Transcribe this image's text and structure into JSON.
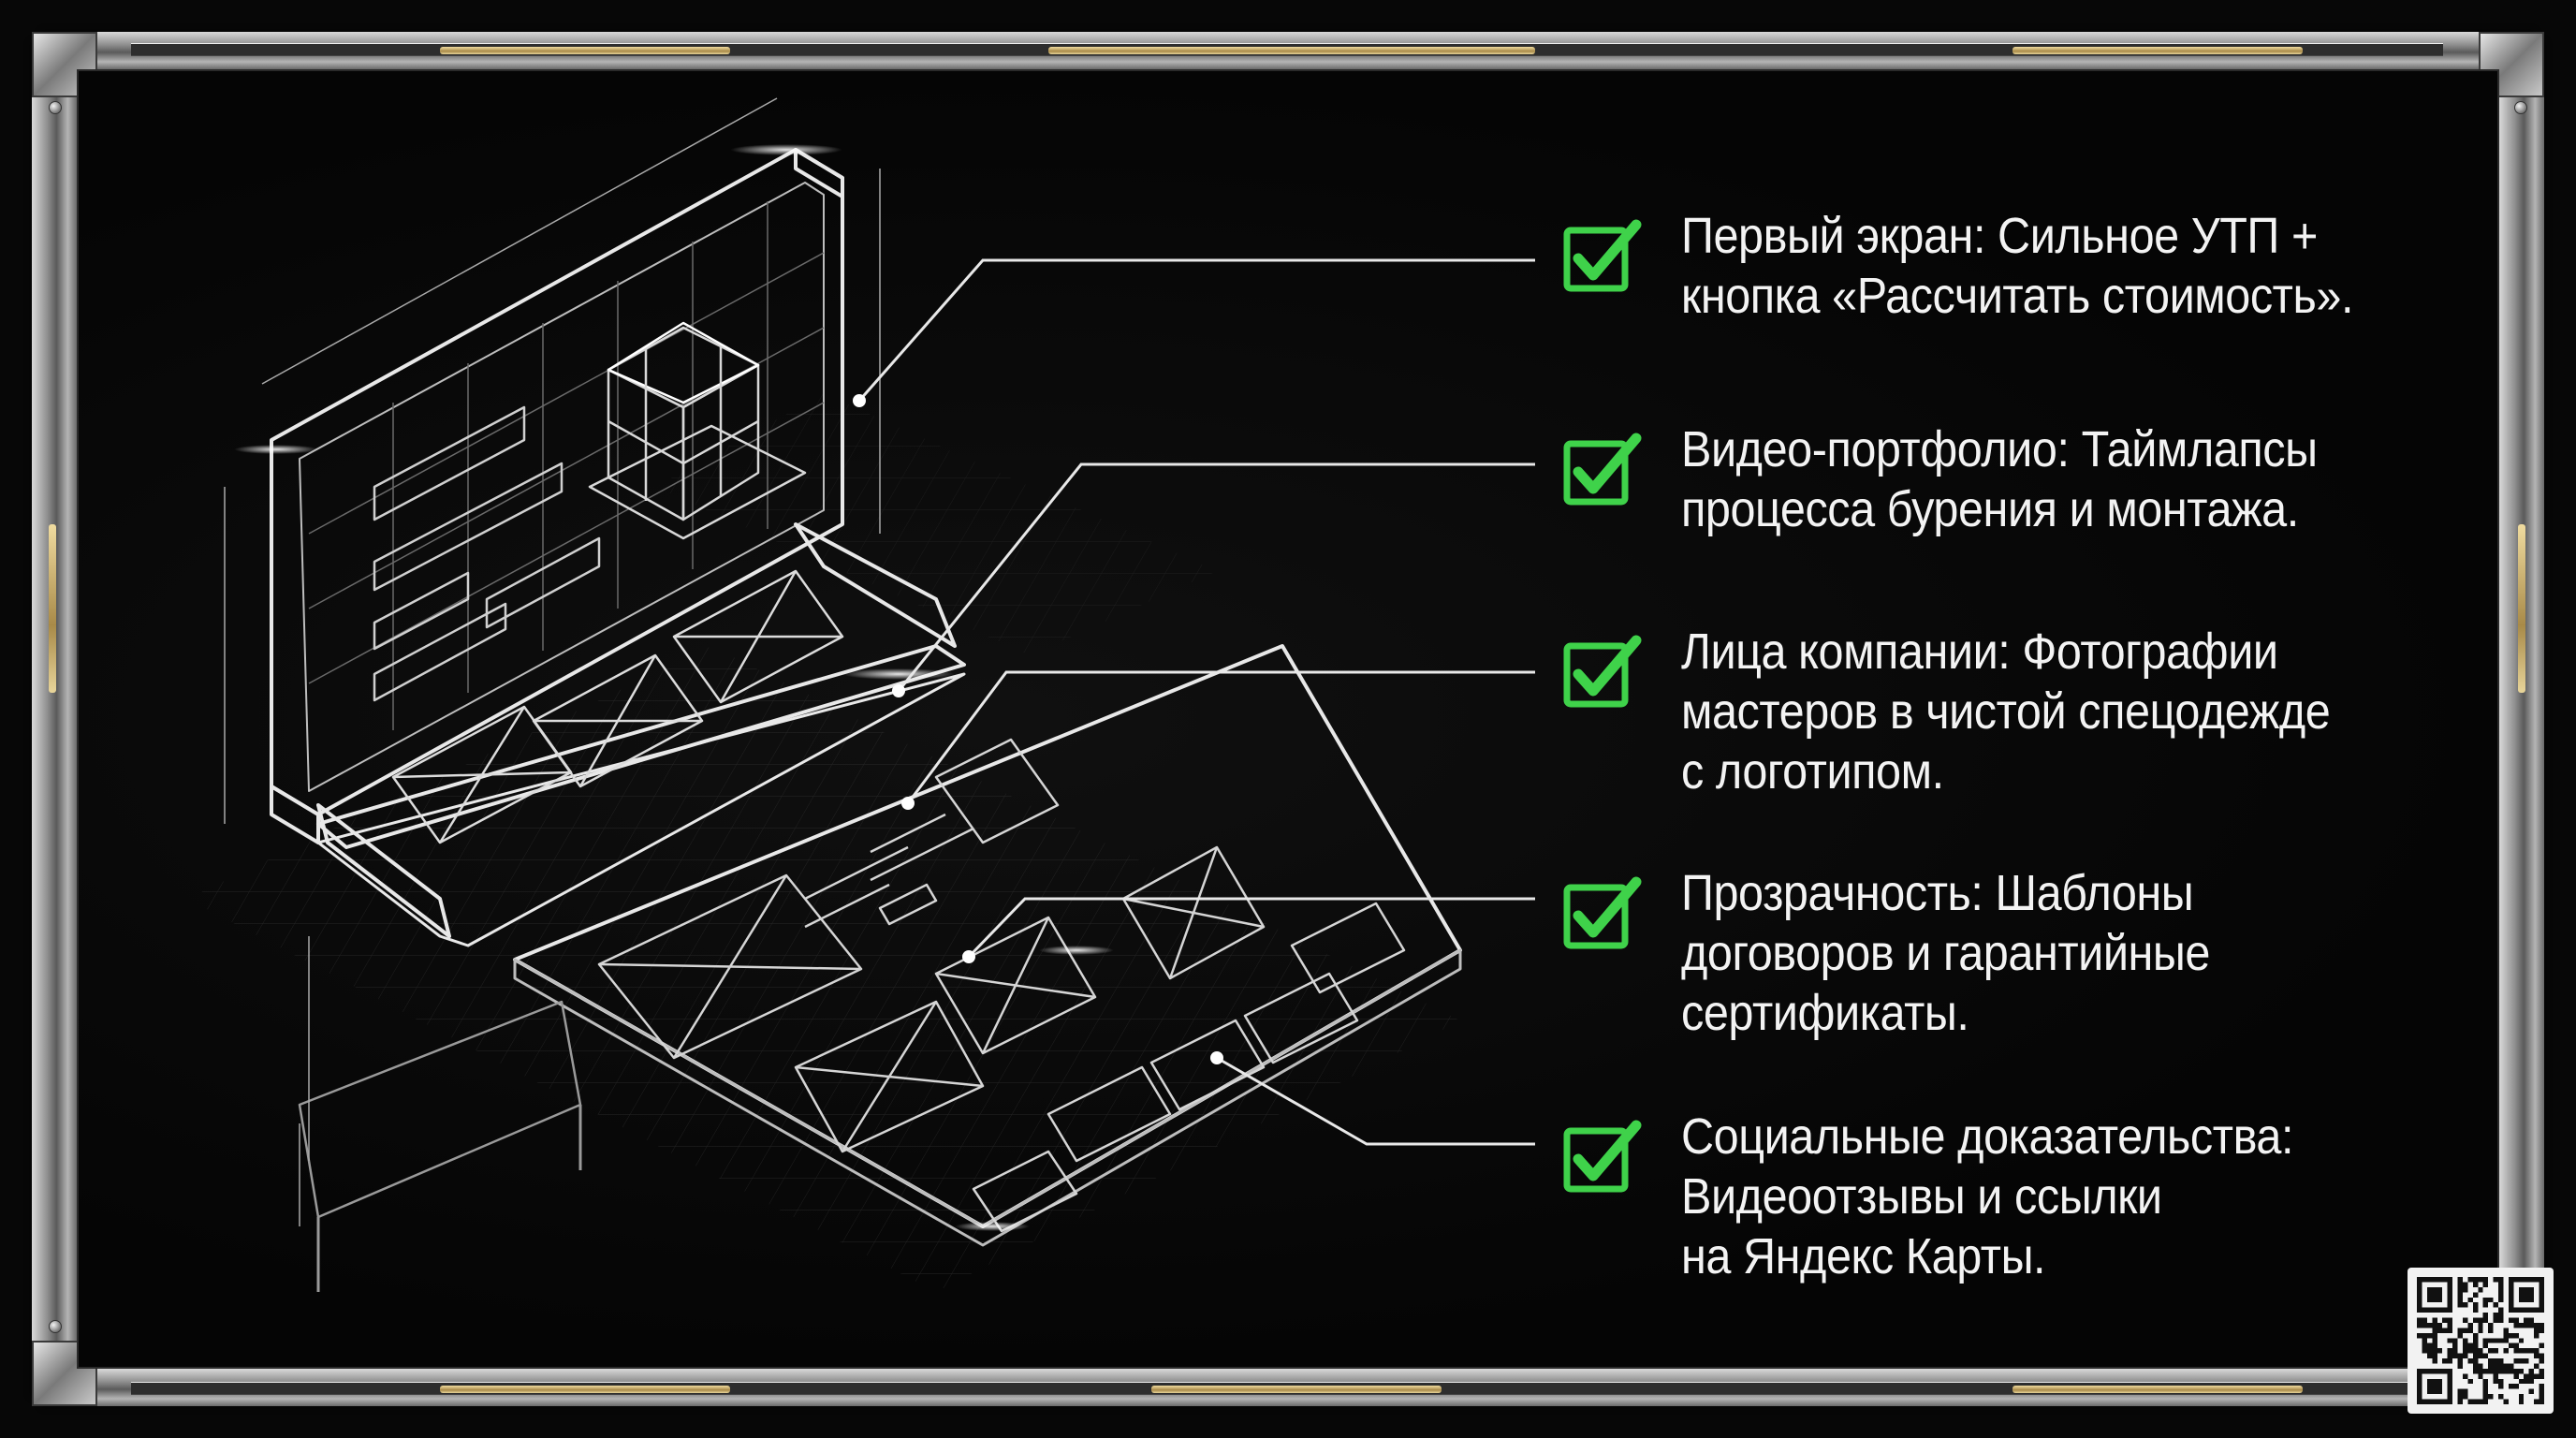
{
  "items": [
    {
      "text": "Первый экран: Сильное УТП +\nкнопка «Рассчитать стоимость»."
    },
    {
      "text": "Видео-портфолио: Таймлапсы\nпроцесса бурения и монтажа."
    },
    {
      "text": "Лица компании: Фотографии\nмастеров в чистой спецодежде\nс логотипом."
    },
    {
      "text": "Прозрачность: Шаблоны\nдоговоров и гарантийные\nсертификаты."
    },
    {
      "text": "Социальные доказательства:\nВидеоотзывы и ссылки\nна Яндекс Карты."
    }
  ],
  "icons": {
    "check": "checkbox-check-icon",
    "qr": "qr-code-icon"
  },
  "colors": {
    "check_green": "#3fd24a",
    "line": "#e8e8e8",
    "text": "#f3f3f3",
    "background": "#070707"
  }
}
